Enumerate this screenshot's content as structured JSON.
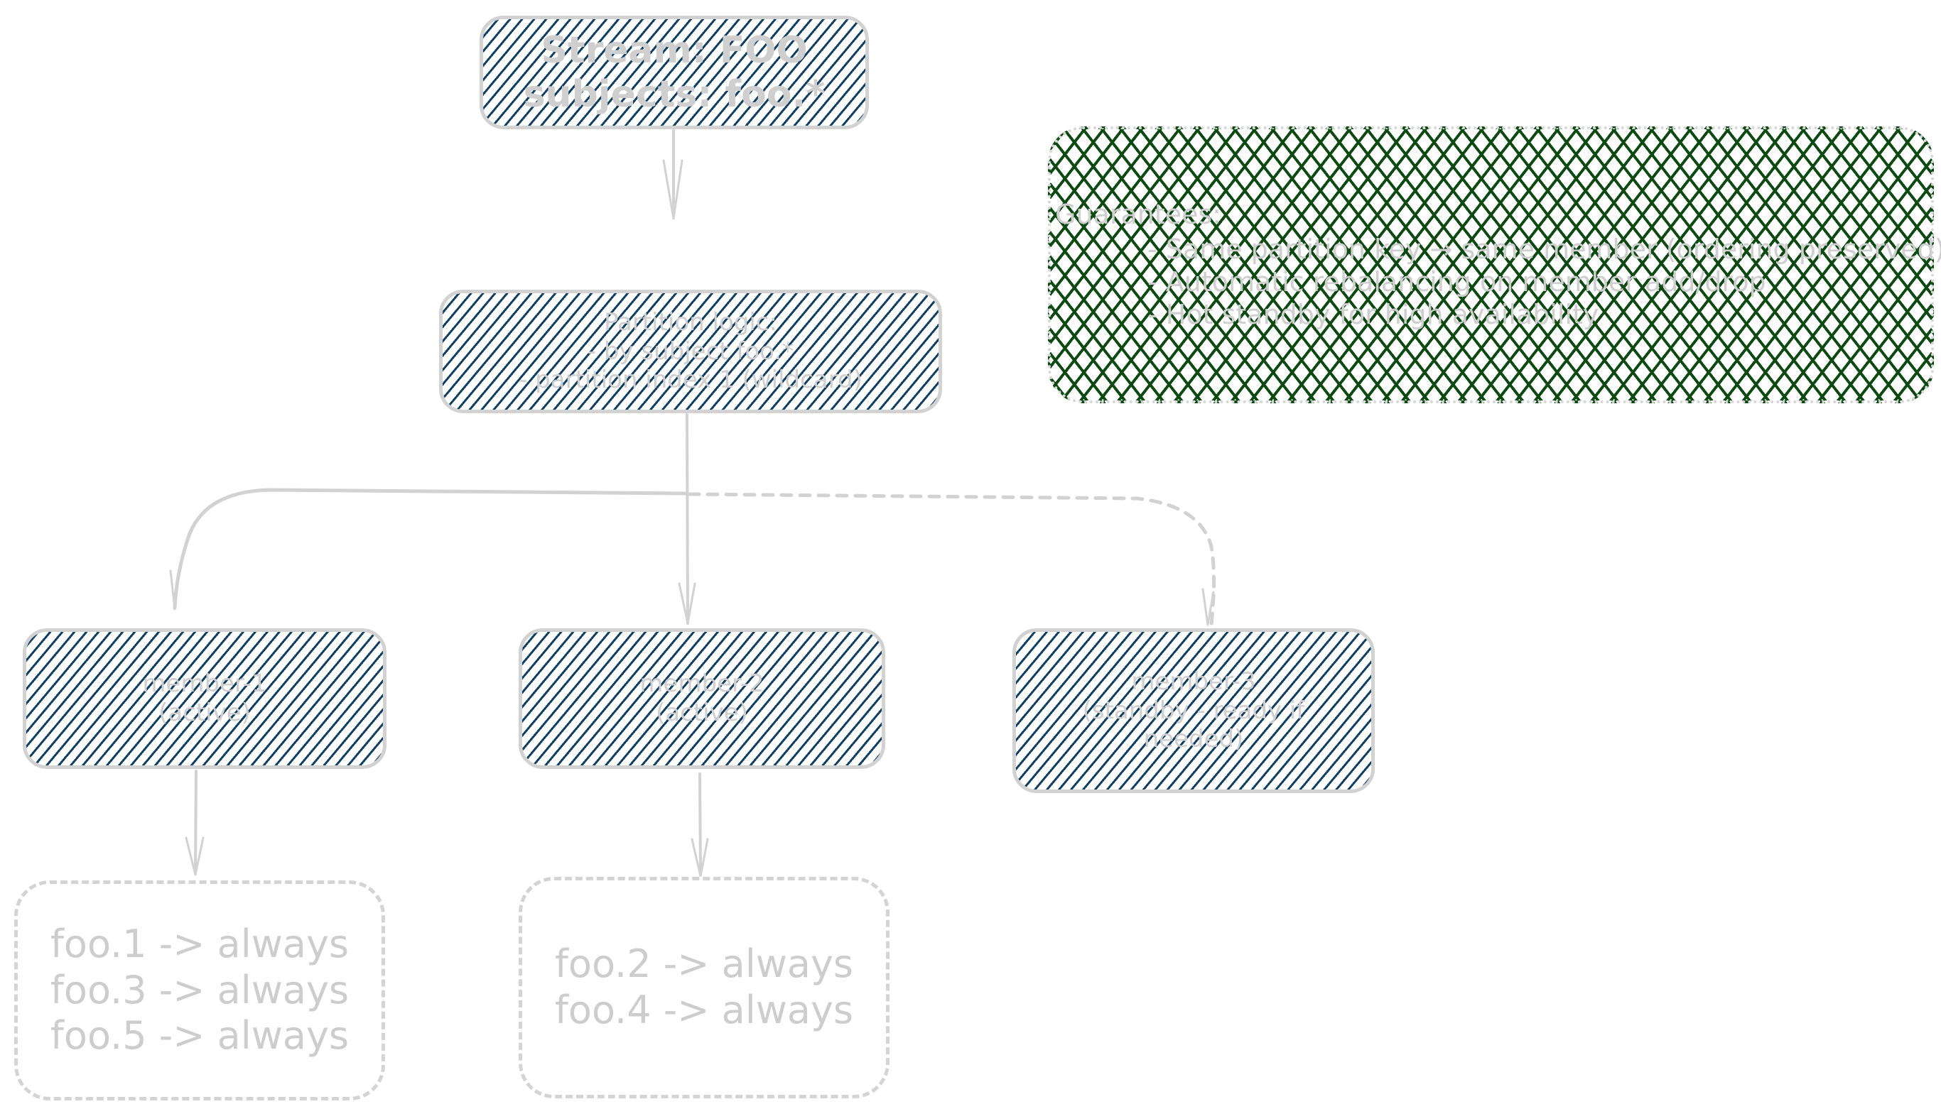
{
  "diagram": {
    "colors": {
      "node_hatch": "#0f3f63",
      "notes_hatch": "#0d4a12",
      "stroke": "#d2d2d2",
      "text": "#cfcfcf",
      "background": "#ffffff"
    },
    "nodes": {
      "stream": {
        "lines": [
          "Stream: FOO",
          "subjects: foo.*"
        ]
      },
      "partition": {
        "lines": [
          "Partition logic:",
          "- by subject foo.*",
          "- partition index 1 (wildcard)"
        ]
      },
      "member_1": {
        "lines": [
          "member-1",
          "(active)"
        ]
      },
      "member_2": {
        "lines": [
          "member-2",
          "(active)"
        ]
      },
      "member_3": {
        "lines": [
          "member-3",
          "(standby - ready if",
          "needed)"
        ]
      }
    },
    "notes": {
      "title": "Guarantees:",
      "items": [
        "- Same partition key → same member (ordering preserved)",
        "- Automatic rebalancing on member add/drop",
        "- Hot standby for high availability"
      ]
    },
    "assignments": {
      "member_1": [
        "foo.1 -> always",
        "foo.3 -> always",
        "foo.5 -> always"
      ],
      "member_2": [
        "foo.2 -> always",
        "foo.4 -> always"
      ]
    },
    "edges": [
      {
        "from": "stream",
        "to": "partition",
        "style": "solid"
      },
      {
        "from": "partition",
        "to": "member_1",
        "style": "solid"
      },
      {
        "from": "partition",
        "to": "member_2",
        "style": "solid"
      },
      {
        "from": "partition",
        "to": "member_3",
        "style": "dashed"
      },
      {
        "from": "member_1",
        "to": "assignments_member_1",
        "style": "solid"
      },
      {
        "from": "member_2",
        "to": "assignments_member_2",
        "style": "solid"
      }
    ]
  }
}
